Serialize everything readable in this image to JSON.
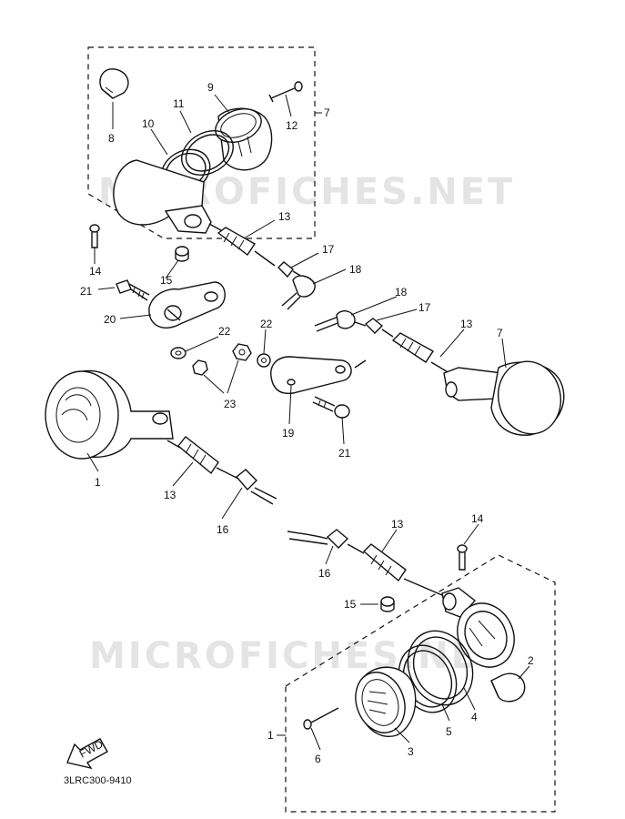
{
  "watermark": "MICROFICHES.NET",
  "fwd_label": "FWD",
  "diagram_code": "3LRC300-9410",
  "callouts": [
    {
      "id": "c-7-top",
      "label": "7"
    },
    {
      "id": "c-8",
      "label": "8"
    },
    {
      "id": "c-9",
      "label": "9"
    },
    {
      "id": "c-11-top",
      "label": "11"
    },
    {
      "id": "c-10",
      "label": "10"
    },
    {
      "id": "c-12",
      "label": "12"
    },
    {
      "id": "c-13-top",
      "label": "13"
    },
    {
      "id": "c-14-top",
      "label": "14"
    },
    {
      "id": "c-15-top",
      "label": "15"
    },
    {
      "id": "c-17-top",
      "label": "17"
    },
    {
      "id": "c-18-top",
      "label": "18"
    },
    {
      "id": "c-21-left",
      "label": "21"
    },
    {
      "id": "c-20",
      "label": "20"
    },
    {
      "id": "c-22-left",
      "label": "22"
    },
    {
      "id": "c-22-right",
      "label": "22"
    },
    {
      "id": "c-23",
      "label": "23"
    },
    {
      "id": "c-18-right",
      "label": "18"
    },
    {
      "id": "c-17-right",
      "label": "17"
    },
    {
      "id": "c-13-right",
      "label": "13"
    },
    {
      "id": "c-7-right",
      "label": "7"
    },
    {
      "id": "c-19",
      "label": "19"
    },
    {
      "id": "c-21-right",
      "label": "21"
    },
    {
      "id": "c-1-left",
      "label": "1"
    },
    {
      "id": "c-13-left",
      "label": "13"
    },
    {
      "id": "c-16-left",
      "label": "16"
    },
    {
      "id": "c-13-bottom",
      "label": "13"
    },
    {
      "id": "c-14-bottom",
      "label": "14"
    },
    {
      "id": "c-16-bottom",
      "label": "16"
    },
    {
      "id": "c-15-bottom",
      "label": "15"
    },
    {
      "id": "c-2",
      "label": "2"
    },
    {
      "id": "c-4",
      "label": "4"
    },
    {
      "id": "c-5",
      "label": "5"
    },
    {
      "id": "c-3",
      "label": "3"
    },
    {
      "id": "c-6",
      "label": "6"
    },
    {
      "id": "c-1-bottom",
      "label": "1"
    }
  ]
}
